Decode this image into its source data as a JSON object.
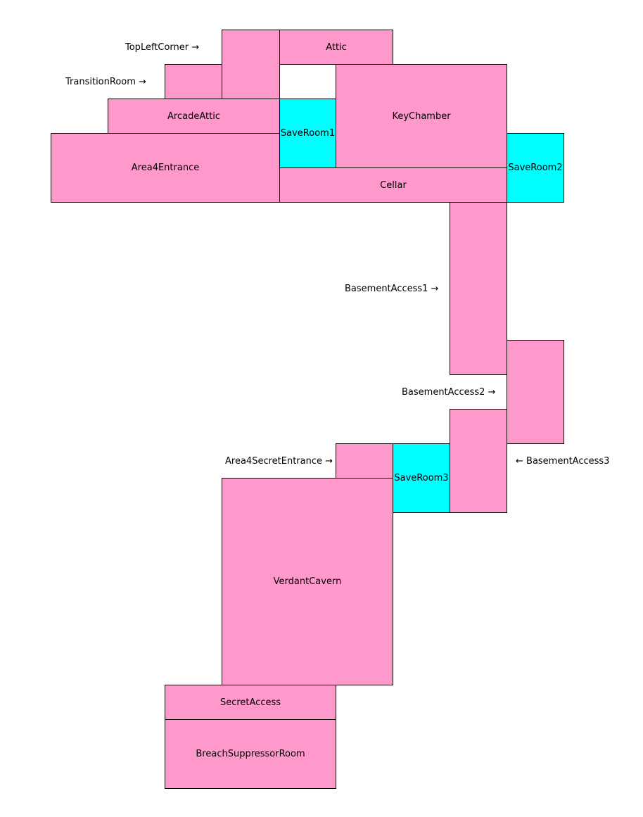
{
  "colors": {
    "room": "#ff99cc",
    "save_room": "#00ffff",
    "outline": "#000000",
    "background": "#ffffff"
  },
  "rooms": {
    "attic": "Attic",
    "key_chamber": "KeyChamber",
    "arcade_attic": "ArcadeAttic",
    "save_room_1": "SaveRoom1",
    "area4_entrance": "Area4Entrance",
    "cellar": "Cellar",
    "save_room_2": "SaveRoom2",
    "save_room_3": "SaveRoom3",
    "verdant_cavern": "VerdantCavern",
    "secret_access": "SecretAccess",
    "breach_suppressor_room": "BreachSuppressorRoom"
  },
  "callouts": {
    "top_left_corner": "TopLeftCorner →",
    "transition_room": "TransitionRoom →",
    "basement_access_1": "BasementAccess1 →",
    "basement_access_2": "BasementAccess2 →",
    "basement_access_3": "← BasementAccess3",
    "area4_secret_entrance": "Area4SecretEntrance →"
  }
}
